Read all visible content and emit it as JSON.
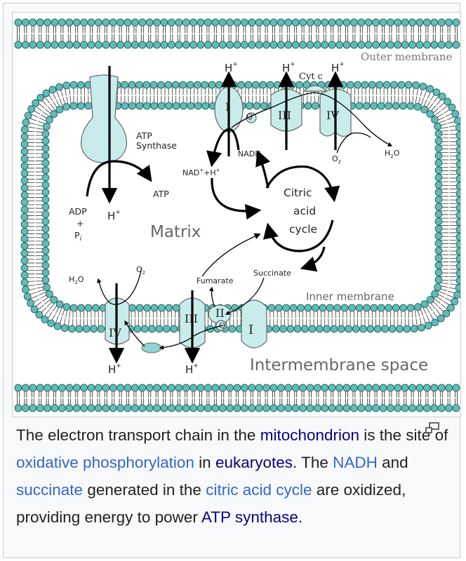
{
  "figure": {
    "title": "Electron transport chain in the mitochondrion",
    "colors": {
      "lipid_head": "#5fbdb9",
      "lipid_head_stroke": "#2e6663",
      "protein_fill": "#c8ecec",
      "protein_stroke": "#666666",
      "caption_text": "#202122",
      "link": "#3366cc",
      "link_visited": "#0b0080",
      "frame_border": "#c8ccd1",
      "thumb_bg": "#f8f9fa"
    },
    "labels": {
      "outer_membrane": "Outer membrane",
      "inner_membrane": "Inner membrane",
      "matrix": "Matrix",
      "intermembrane_space": "Intermembrane space",
      "atp_synthase_line1": "ATP",
      "atp_synthase_line2": "Synthase",
      "atp": "ATP",
      "adp": "ADP",
      "plus": "+",
      "pi": "P",
      "pi_sub": "i",
      "h_plus": "H",
      "sup_plus": "+",
      "nadh": "NADH",
      "nad_plus_h": "NAD",
      "nad_rest": "+H",
      "citric_line1": "Citric",
      "citric_line2": "acid",
      "citric_line3": "cycle",
      "succinate": "Succinate",
      "fumarate": "Fumarate",
      "cyt_c": "Cyt c",
      "o2": "O",
      "o2_sub": "2",
      "h2o_h": "H",
      "h2o_sub": "2",
      "h2o_o": "O",
      "complex_I": "I",
      "complex_II": "II",
      "complex_III": "III",
      "complex_IV": "IV",
      "quinone": "Q"
    }
  },
  "caption": {
    "segments": [
      {
        "text": "The electron transport chain in the ",
        "type": "text"
      },
      {
        "text": "mitochondrion",
        "type": "link-visited"
      },
      {
        "text": " is the site of ",
        "type": "text"
      },
      {
        "text": "oxidative phosphorylation",
        "type": "link"
      },
      {
        "text": " in ",
        "type": "text"
      },
      {
        "text": "eukaryotes",
        "type": "link-visited"
      },
      {
        "text": ". The ",
        "type": "text"
      },
      {
        "text": "NADH",
        "type": "link"
      },
      {
        "text": " and ",
        "type": "text"
      },
      {
        "text": "succinate",
        "type": "link"
      },
      {
        "text": " generated in the ",
        "type": "text"
      },
      {
        "text": "citric acid cycle",
        "type": "link"
      },
      {
        "text": " are oxidized, providing energy to power ",
        "type": "text"
      },
      {
        "text": "ATP synthase",
        "type": "link-visited"
      },
      {
        "text": ".",
        "type": "text"
      }
    ],
    "magnify_icon": "enlarge-icon"
  }
}
